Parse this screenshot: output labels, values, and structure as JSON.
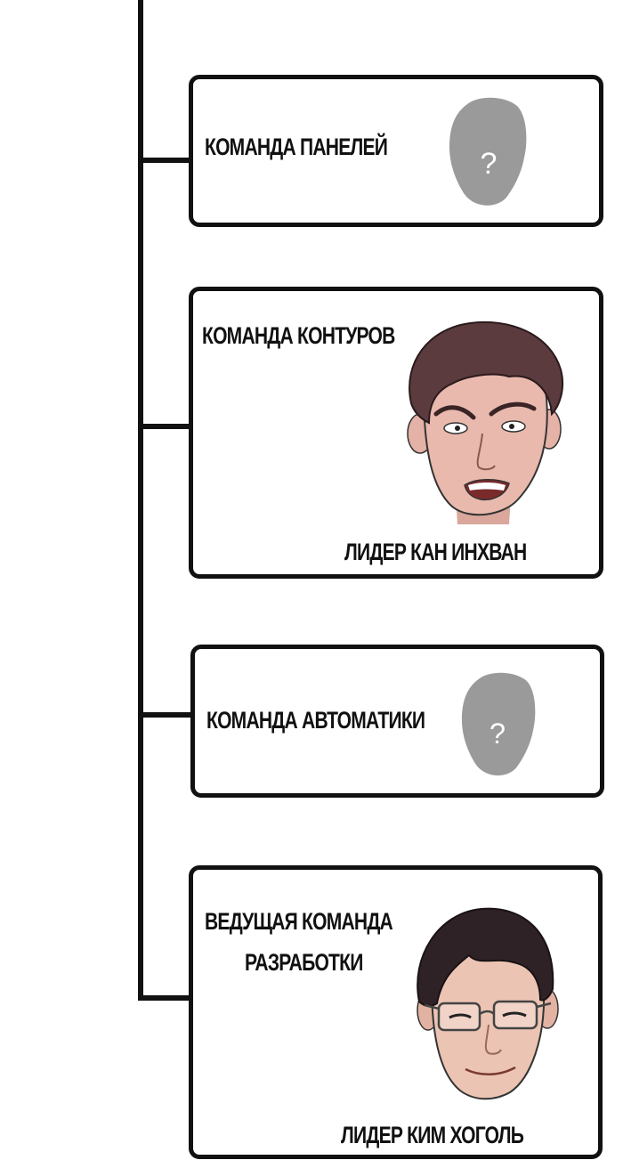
{
  "teams": [
    {
      "name": "КОМАНДА ПАНЕЛЕЙ",
      "leader": "",
      "avatar": "unknown-silhouette-icon",
      "avatar_mark": "?"
    },
    {
      "name": "КОМАНДА КОНТУРОВ",
      "leader": "ЛИДЕР КАН ИНХВАН",
      "avatar": "angry-man-portrait"
    },
    {
      "name": "КОМАНДА АВТОМАТИКИ",
      "leader": "",
      "avatar": "unknown-silhouette-icon",
      "avatar_mark": "?"
    },
    {
      "name_line1": "ВЕДУЩАЯ КОМАНДА",
      "name_line2": "РАЗРАБОТКИ",
      "leader": "ЛИДЕР КИМ ХОГОЛЬ",
      "avatar": "man-with-glasses-portrait"
    }
  ],
  "colors": {
    "line": "#111111",
    "silhouette": "#9a9a9a",
    "skin": "#e9b9ae",
    "hair": "#5b3b3d"
  }
}
